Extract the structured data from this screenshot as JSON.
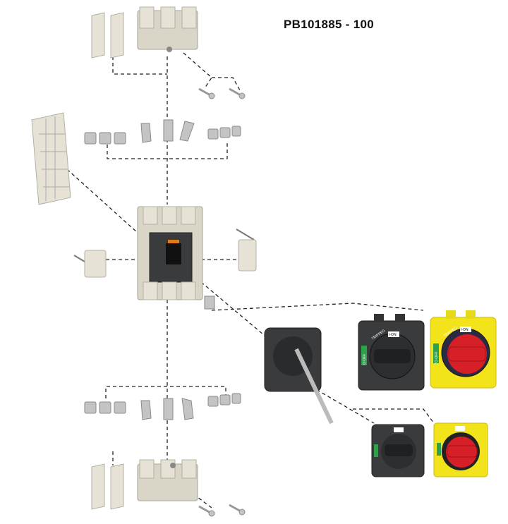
{
  "title": "PB101885 - 100",
  "handle_labels": {
    "on": "I-ON",
    "off": "O-OFF",
    "tripped": "TRIPPED"
  },
  "colors": {
    "accent_yellow": "#f2e31b",
    "handle_red": "#d61f26",
    "housing_dark": "#3a3b3d",
    "beige": "#d9d6c8"
  }
}
